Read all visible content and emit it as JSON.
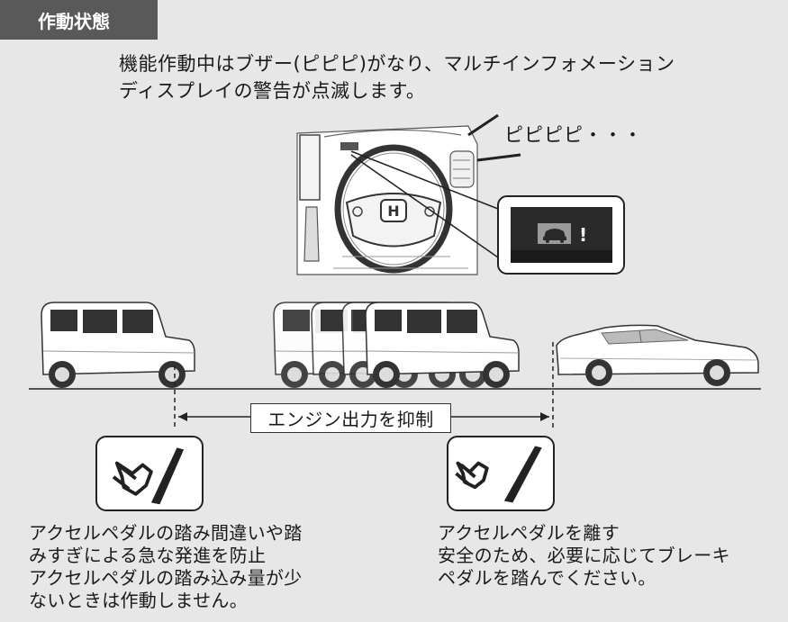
{
  "header": {
    "title": "作動状態"
  },
  "intro": {
    "line1": "機能作動中はブザー(ピピピ)がなり、マルチインフォメーション",
    "line2": "ディスプレイの警告が点滅します。"
  },
  "beep": {
    "text": "ピピピピ・・・"
  },
  "display": {
    "icon": "car-warning-icon",
    "exclaim": "!"
  },
  "range_label": {
    "text": "エンジン出力を抑制"
  },
  "left_pedal": {
    "icon": "foot-pressing-pedal-icon"
  },
  "right_pedal": {
    "icon": "foot-released-pedal-icon"
  },
  "left_caption": {
    "line1": "アクセルペダルの踏み間違いや踏",
    "line2": "みすぎによる急な発進を防止",
    "line3": "アクセルペダルの踏み込み量が少",
    "line4": "ないときは作動しません。"
  },
  "right_caption": {
    "line1": "アクセルペダルを離す",
    "line2": "安全のため、必要に応じてブレーキ",
    "line3": "ペダルを踏んでください。"
  }
}
